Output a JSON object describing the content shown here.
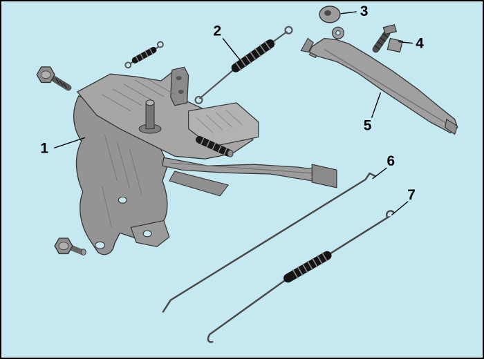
{
  "diagram": {
    "background": "#c5e8f1",
    "part_fill": "#9c9c9c",
    "part_stroke": "#3a3a3a",
    "spring_color": "#141414",
    "callouts": [
      {
        "label": "1"
      },
      {
        "label": "2"
      },
      {
        "label": "3"
      },
      {
        "label": "4"
      },
      {
        "label": "5"
      },
      {
        "label": "6"
      },
      {
        "label": "7"
      }
    ]
  }
}
